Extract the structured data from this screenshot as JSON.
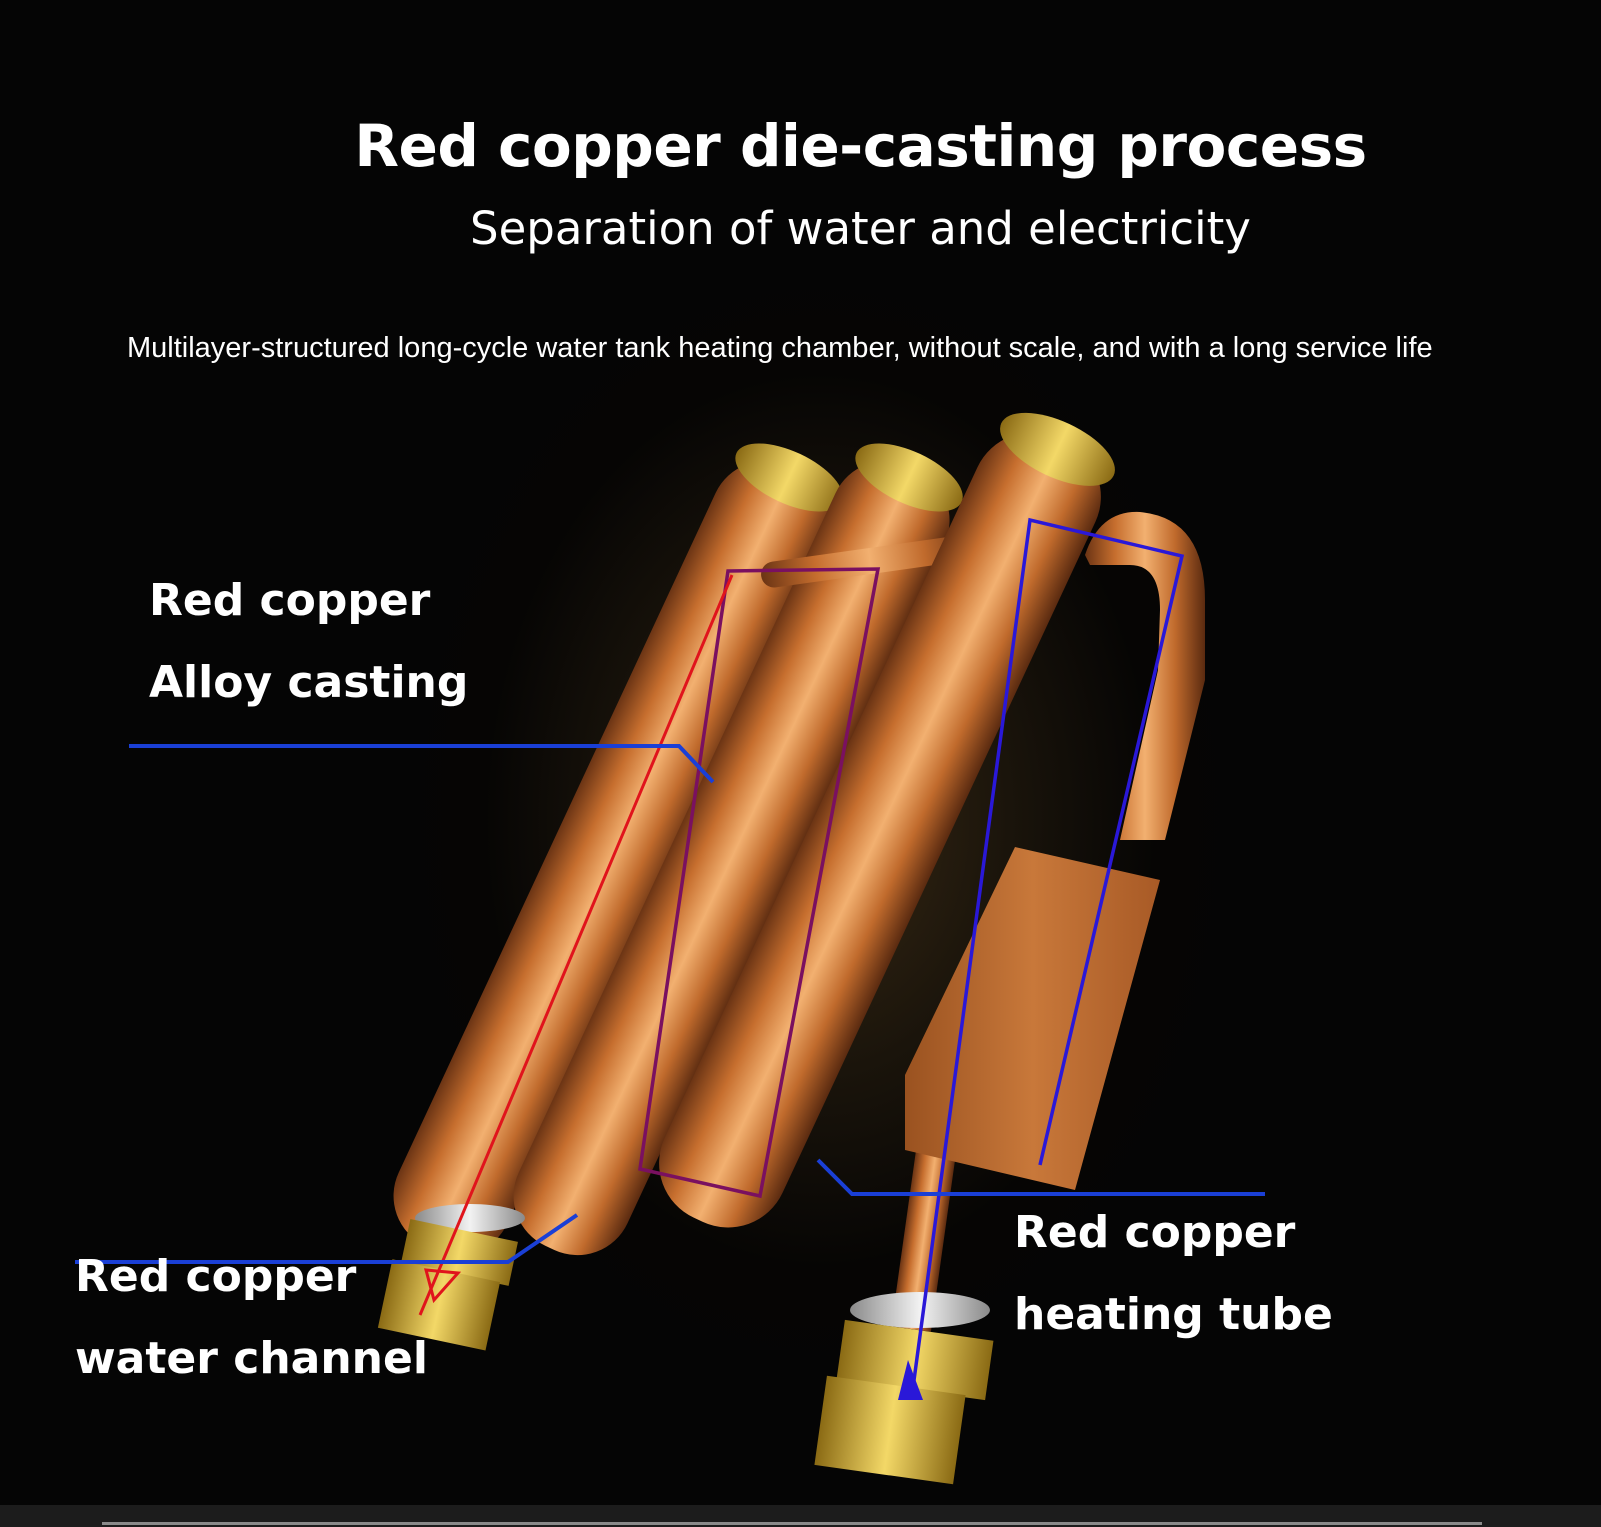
{
  "header": {
    "title": "Red copper die-casting process",
    "subtitle": "Separation of water and electricity"
  },
  "description": "Multilayer-structured long-cycle water tank heating chamber, without scale, and with a long service life",
  "callouts": {
    "alloy_casting": {
      "line1": "Red copper",
      "line2": "Alloy casting"
    },
    "water_channel": {
      "line1": "Red copper",
      "line2": "water channel"
    },
    "heating_tube": {
      "line1": "Red copper",
      "line2": "heating tube"
    }
  },
  "colors": {
    "callout_line": "#1a3fd6",
    "water_flow": "#e0141c",
    "heating_flow": "#2a18d8",
    "alloy_outline": "#7a1060",
    "copper": "#c9783a",
    "brass": "#d9b43a"
  },
  "image": {
    "subject": "copper-heating-element"
  }
}
